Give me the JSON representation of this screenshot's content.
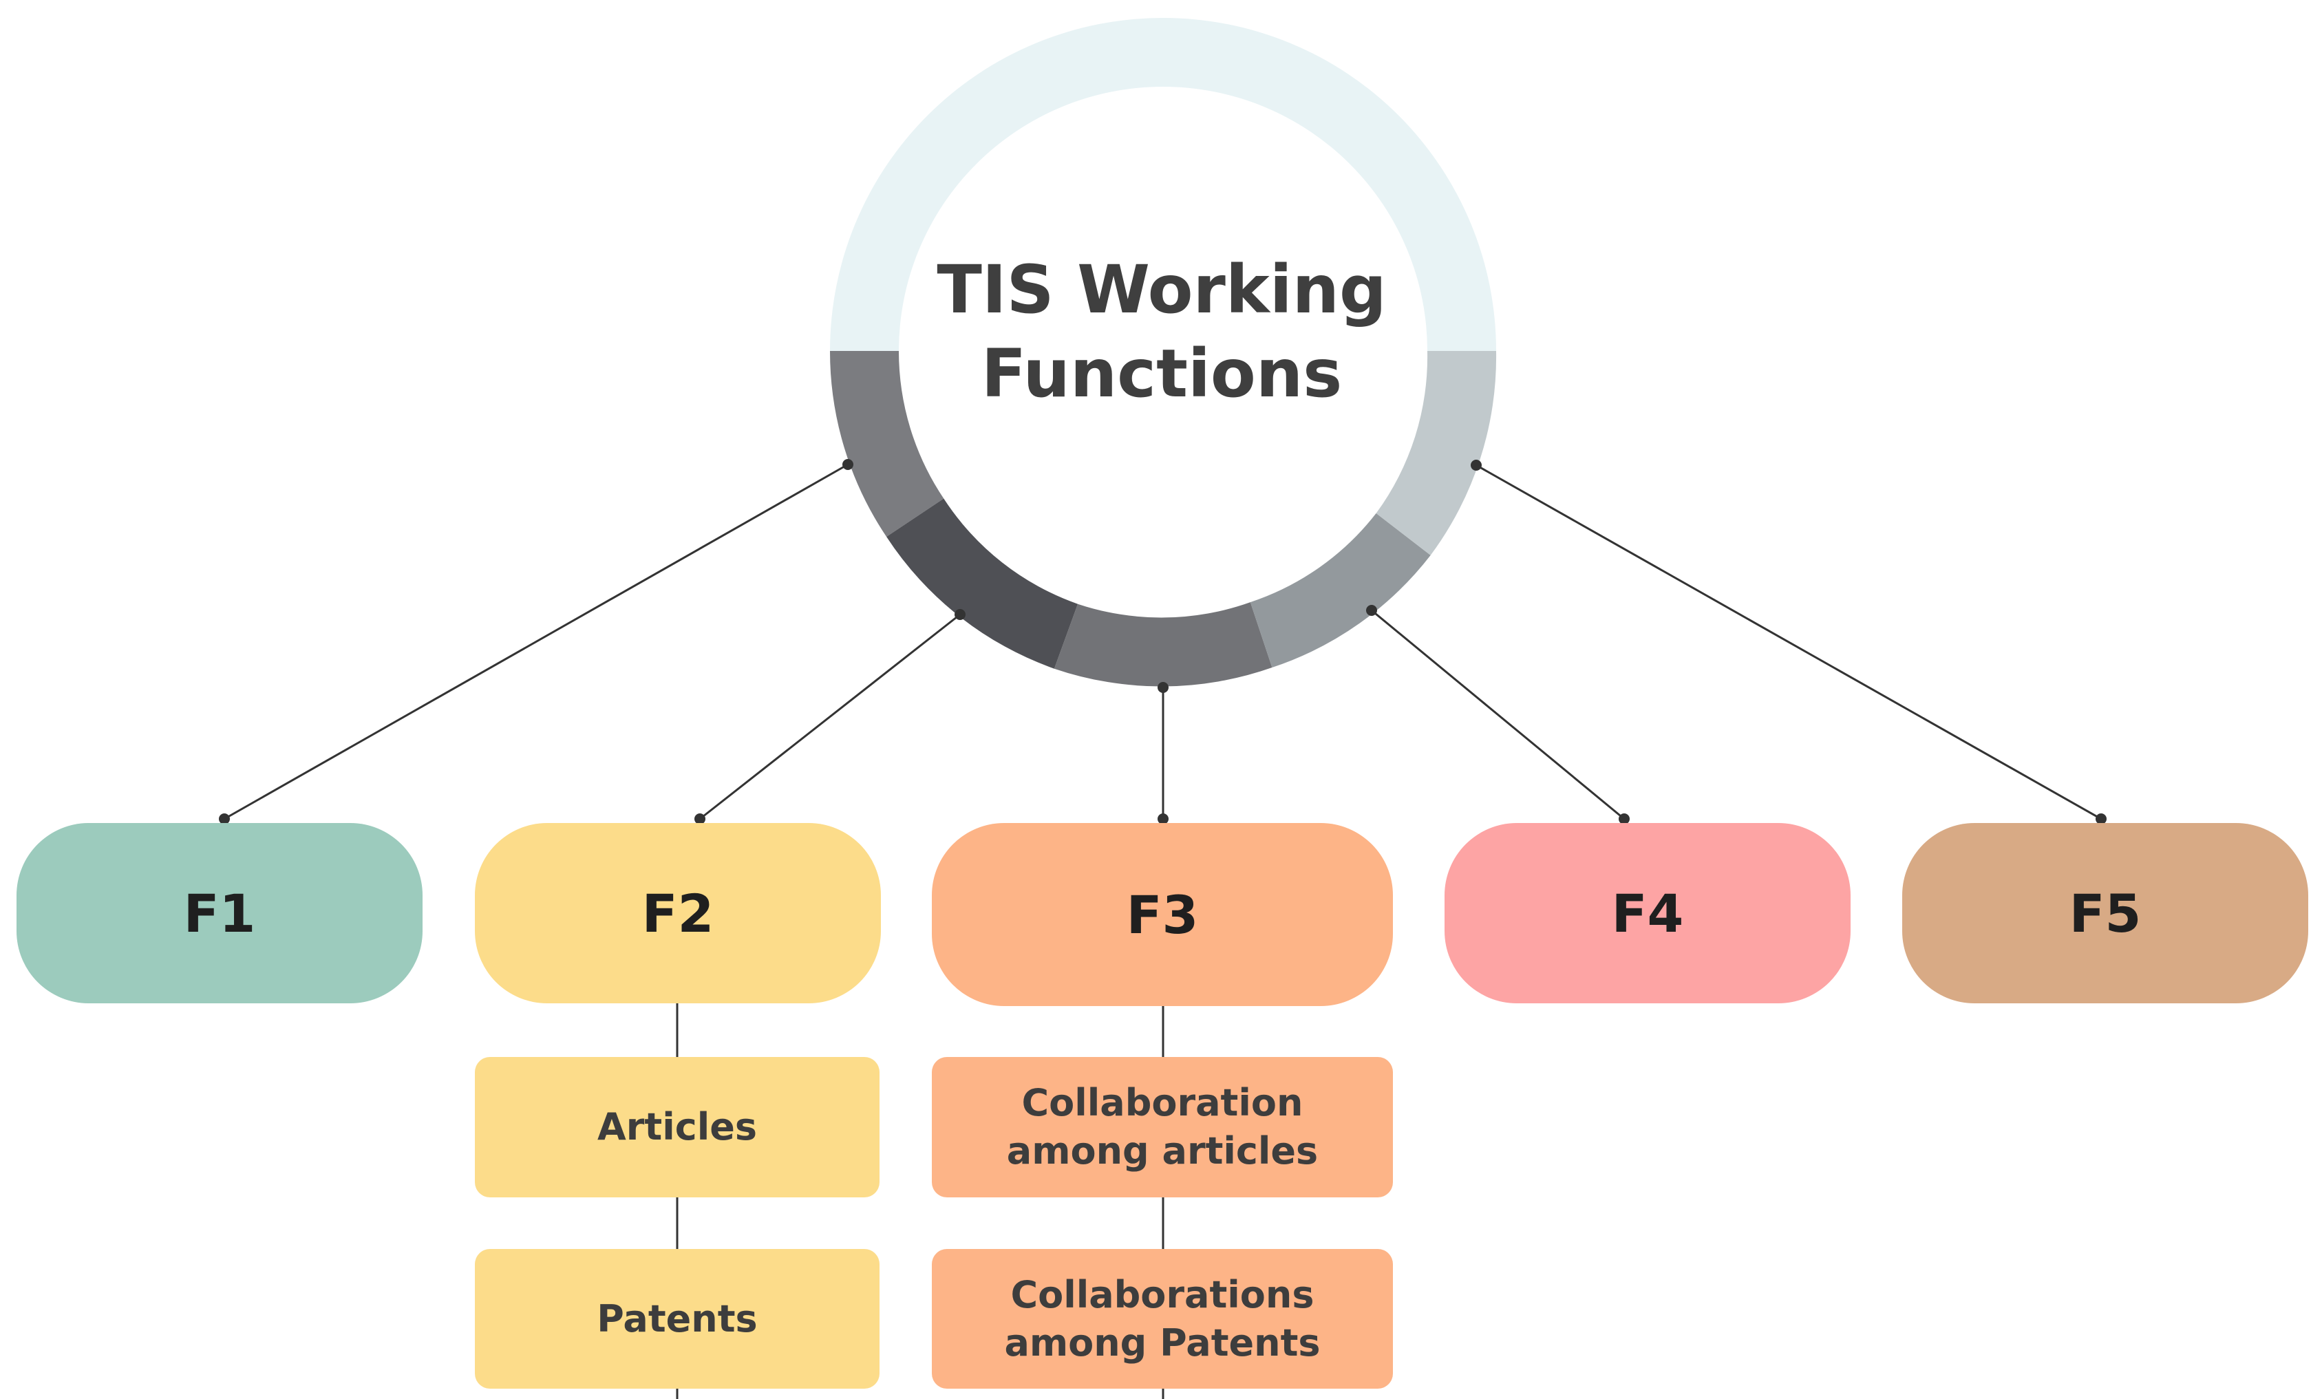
{
  "center": {
    "title_line1": "TIS Working",
    "title_line2": "Functions"
  },
  "functions": [
    {
      "label": "F1",
      "color": "#9ccbbd"
    },
    {
      "label": "F2",
      "color": "#fcdc8a"
    },
    {
      "label": "F3",
      "color": "#fdb487"
    },
    {
      "label": "F4",
      "color": "#fda4a4"
    },
    {
      "label": "F5",
      "color": "#d8aa85"
    }
  ],
  "f2_items": [
    {
      "label": "Articles"
    },
    {
      "label": "Patents"
    }
  ],
  "f3_items": [
    {
      "label": "Collaboration among articles",
      "line1": "Collaboration",
      "line2": "among articles"
    },
    {
      "label": "Collaborations among Patents",
      "line1": "Collaborations",
      "line2": "among Patents"
    }
  ],
  "ring": {
    "top_color": "#e8f3f5",
    "segment_colors": [
      "#7b7c80",
      "#4f5055",
      "#727377",
      "#93999d",
      "#c1c9cc"
    ]
  },
  "connector_color": "#333333"
}
